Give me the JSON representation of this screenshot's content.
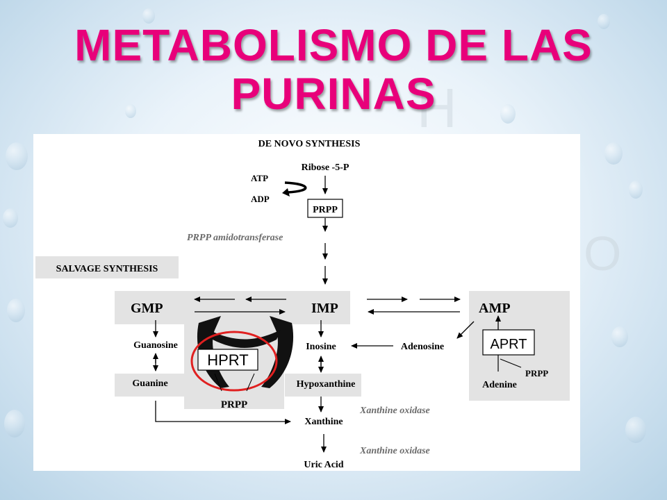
{
  "slide": {
    "title": "METABOLISMO DE LAS PURINAS",
    "title_color": "#e8007a"
  },
  "diagram": {
    "heading": "DE NOVO SYNTHESIS",
    "salvage_label": "SALVAGE SYNTHESIS",
    "nodes": {
      "ribose": "Ribose -5-P",
      "atp": "ATP",
      "adp": "ADP",
      "prpp_box": "PRPP",
      "gmp": "GMP",
      "imp": "IMP",
      "amp": "AMP",
      "guanosine": "Guanosine",
      "guanine": "Guanine",
      "inosine": "Inosine",
      "hypoxanthine": "Hypoxanthine",
      "adenosine": "Adenosine",
      "aprt": "APRT",
      "prpp_right": "PRPP",
      "adenine": "Adenine",
      "hprt": "HPRT",
      "prpp_bottom": "PRPP",
      "xanthine": "Xanthine",
      "uric_acid": "Uric Acid"
    },
    "enzymes": {
      "amidotransferase": "PRPP amidotransferase",
      "xanthine_oxidase_1": "Xanthine oxidase",
      "xanthine_oxidase_2": "Xanthine oxidase"
    },
    "highlight_color": "#e02020",
    "salvage_box_color": "#e3e3e3"
  }
}
